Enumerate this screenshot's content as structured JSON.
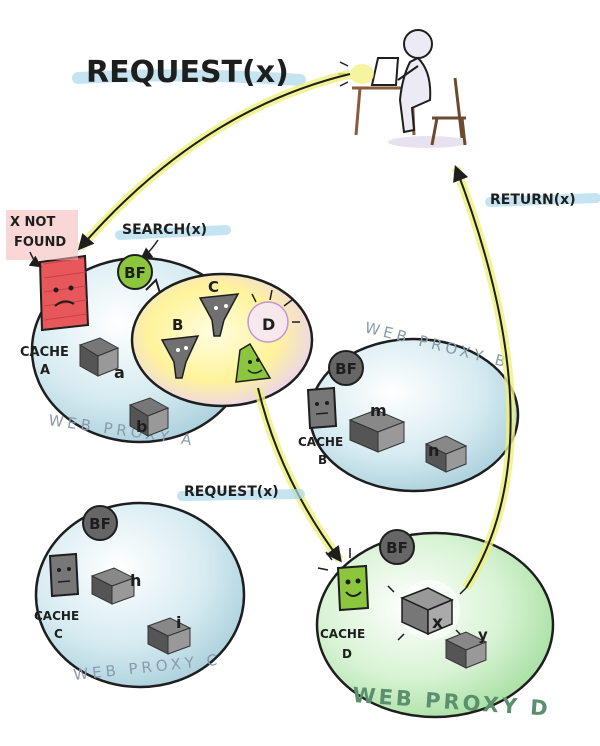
{
  "titles": {
    "request_top": "REQUEST(x)",
    "x_not_found_line1": "X NOT",
    "x_not_found_line2": "FOUND",
    "search": "SEARCH(x)",
    "request_mid": "REQUEST(x)",
    "return": "RETURN(x)"
  },
  "proxy_a": {
    "label": "WEB PROXY A",
    "cache_label_line1": "CACHE",
    "cache_label_line2": "A",
    "bloom_filter": "BF",
    "items": [
      "a",
      "b"
    ],
    "summary_filters": [
      "B",
      "C",
      "D"
    ]
  },
  "proxy_b": {
    "label": "WEB PROXY B",
    "cache_label_line1": "CACHE",
    "cache_label_line2": "B",
    "bloom_filter": "BF",
    "items": [
      "m",
      "n"
    ]
  },
  "proxy_c": {
    "label": "WEB PROXY C",
    "cache_label_line1": "CACHE",
    "cache_label_line2": "C",
    "bloom_filter": "BF",
    "items": [
      "h",
      "i"
    ]
  },
  "proxy_d": {
    "label": "WEB PROXY D",
    "cache_label_line1": "CACHE",
    "cache_label_line2": "D",
    "bloom_filter": "BF",
    "items": [
      "x",
      "y"
    ]
  },
  "colors": {
    "miss": "#e8585b",
    "hit": "#8cc63f",
    "bubble": "#cfe6ee",
    "bubble_d": "#cdeecb",
    "summary": "#fff59a",
    "arrow_glow": "#eef07a",
    "ink": "#1e1e1e"
  }
}
